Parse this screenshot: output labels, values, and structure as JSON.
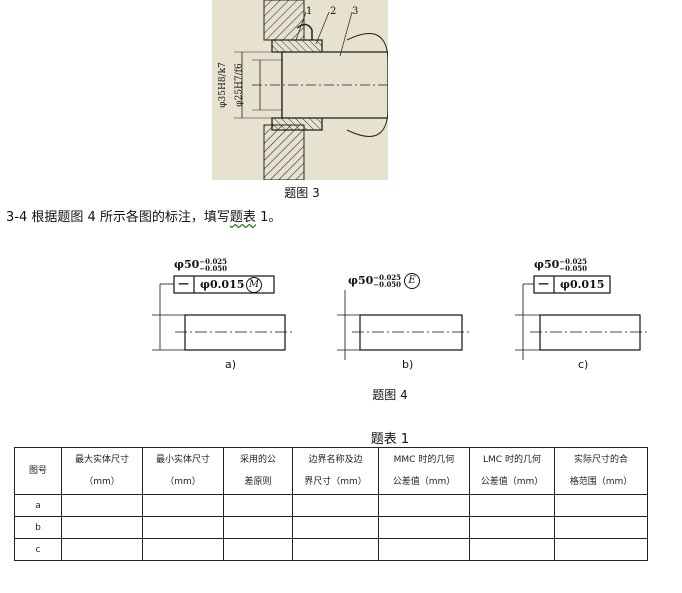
{
  "figure3": {
    "part_labels": [
      "1",
      "2",
      "3"
    ],
    "dim_outer": "φ35H8/k7",
    "dim_inner": "φ25H7/f6",
    "caption": "题图 3"
  },
  "question": {
    "number": "3-4",
    "text_before": "根据题图 4 所示各图的标注，填写",
    "text_wavy": "题表",
    "text_after": " 1。"
  },
  "figure4": {
    "caption": "题图 4",
    "parts": [
      {
        "id": "a)",
        "dim": "φ50",
        "upper": "−0.025",
        "lower": "−0.050",
        "tol_symbol": "—",
        "tol_value": "φ0.015",
        "modifier": "M"
      },
      {
        "id": "b)",
        "dim": "φ50",
        "upper": "−0.025",
        "lower": "−0.050",
        "envelope": "E"
      },
      {
        "id": "c)",
        "dim": "φ50",
        "upper": "−0.025",
        "lower": "−0.050",
        "tol_symbol": "—",
        "tol_value": "φ0.015"
      }
    ]
  },
  "table": {
    "caption": "题表 1",
    "headers": [
      [
        "图号",
        ""
      ],
      [
        "最大实体尺寸",
        "（mm）"
      ],
      [
        "最小实体尺寸",
        "（mm）"
      ],
      [
        "采用的公",
        "差原则"
      ],
      [
        "边界名称及边",
        "界尺寸（mm）"
      ],
      [
        "MMC 时的几何",
        "公差值（mm）"
      ],
      [
        "LMC 时的几何",
        "公差值（mm）"
      ],
      [
        "实际尺寸的合",
        "格范围（mm）"
      ]
    ],
    "rows": [
      [
        "a",
        "",
        "",
        "",
        "",
        "",
        "",
        ""
      ],
      [
        "b",
        "",
        "",
        "",
        "",
        "",
        "",
        ""
      ],
      [
        "c",
        "",
        "",
        "",
        "",
        "",
        "",
        ""
      ]
    ]
  }
}
